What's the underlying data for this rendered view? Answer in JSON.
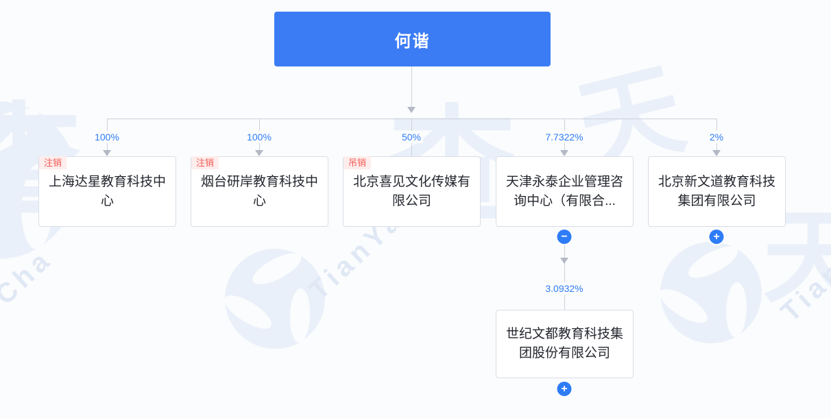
{
  "chart": {
    "root": {
      "name": "何谐"
    },
    "children": [
      {
        "name": "上海达星教育科技中心",
        "percent": "100%",
        "badge": "注销"
      },
      {
        "name": "烟台研岸教育科技中心",
        "percent": "100%",
        "badge": "注销"
      },
      {
        "name": "北京喜见文化传媒有限公司",
        "percent": "50%",
        "badge": "吊销"
      },
      {
        "name": "天津永泰企业管理咨询中心（有限合...",
        "percent": "7.7322%",
        "expand_glyph": "−"
      },
      {
        "name": "北京新文道教育科技集团有限公司",
        "percent": "2%",
        "expand_glyph": "+"
      }
    ],
    "grandchild": {
      "name": "世纪文都教育科技集团股份有限公司",
      "percent": "3.0932%",
      "expand_glyph": "+"
    }
  },
  "watermark": {
    "diag_text": "TianYanCha",
    "left_fragment": "Cha",
    "right_fragment": "Tian",
    "big_char_center": "查",
    "big_char_top": "天",
    "big_char_left": "查",
    "big_char_right": "天"
  },
  "colors": {
    "accent_blue": "#2E7CF6",
    "root_bg": "#3B7CF5",
    "badge_text_red": "#F25A55",
    "badge_bg_pink": "#FDEDEC",
    "connector_line": "#CBD0DA",
    "arrow_gray": "#B3B8C4",
    "node_border": "#D8DDE7",
    "node_text": "#23262D"
  }
}
